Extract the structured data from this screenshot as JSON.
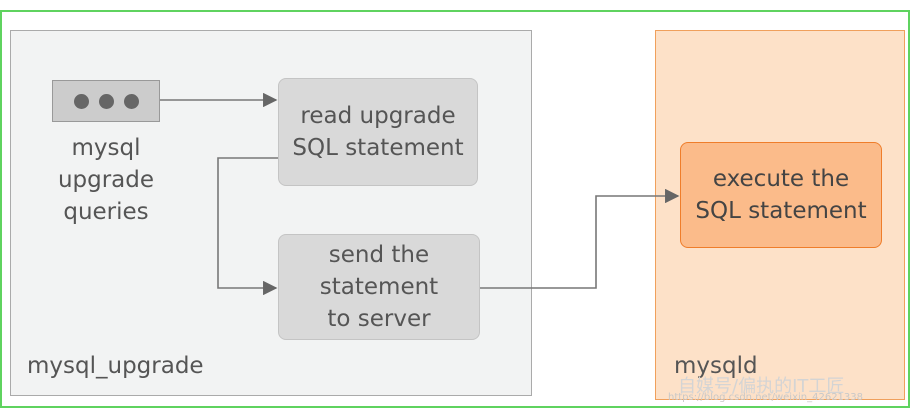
{
  "groups": {
    "upgrade": {
      "label": "mysql_upgrade"
    },
    "server": {
      "label": "mysqld"
    }
  },
  "source": {
    "icon": "ellipsis-icon",
    "label": "mysql\nupgrade\nqueries"
  },
  "steps": {
    "read": "read upgrade\nSQL statement",
    "send": "send the\nstatement\nto server",
    "execute": "execute the\nSQL statement"
  },
  "watermark": {
    "line1": "自媒号/偏执的IT工匠",
    "line2": "https://blog.csdn.net/weixin_42621338"
  },
  "colors": {
    "frame": "#5fd35f",
    "upgrade_bg": "#f2f3f3",
    "server_bg": "#fde1c8",
    "server_border": "#f0a05c",
    "step_grey": "#d9d9d9",
    "step_orange": "#fbbb8a",
    "arrow": "#666666"
  }
}
